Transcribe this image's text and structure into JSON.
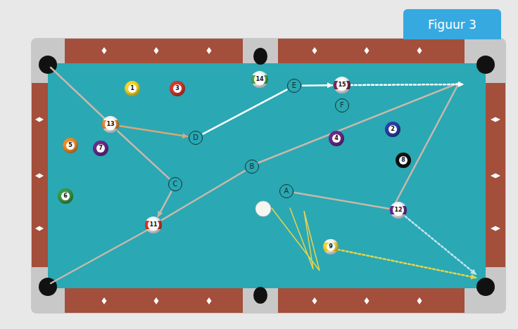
{
  "diagram": {
    "title": "Figuur 3",
    "nodes": [
      {
        "text": [
          "14"
        ]
      },
      {
        "text": [
          "E"
        ]
      },
      {
        "text": [
          "15"
        ]
      },
      {
        "text": [
          "1"
        ]
      },
      {
        "text": [
          "3"
        ]
      },
      {
        "text": [
          "F"
        ]
      },
      {
        "text": [
          "13"
        ]
      },
      {
        "text": [
          "2"
        ]
      },
      {
        "text": [
          "D"
        ]
      },
      {
        "text": [
          "4"
        ]
      },
      {
        "text": [
          "5"
        ]
      },
      {
        "text": [
          "7"
        ]
      },
      {
        "text": [
          "8"
        ]
      },
      {
        "text": [
          "B"
        ]
      },
      {
        "text": [
          "C"
        ]
      },
      {
        "text": [
          "A"
        ]
      },
      {
        "text": [
          "6"
        ]
      },
      {
        "text": [
          "12"
        ]
      },
      {
        "text": [
          "11"
        ]
      },
      {
        "text": [
          "9"
        ]
      }
    ],
    "edges": [
      {
        "from": 6,
        "to": 8,
        "arrow": "to"
      },
      {
        "from": 8,
        "to": 1,
        "arrow": "none"
      },
      {
        "from": 1,
        "to": 2,
        "arrow": "to"
      },
      {
        "from": 6,
        "to": 14,
        "arrow": "none"
      },
      {
        "from": 14,
        "to": 18,
        "arrow": "to"
      },
      {
        "from": 18,
        "to": 13,
        "arrow": "none"
      },
      {
        "from": 15,
        "to": 17,
        "arrow": "none"
      }
    ]
  }
}
